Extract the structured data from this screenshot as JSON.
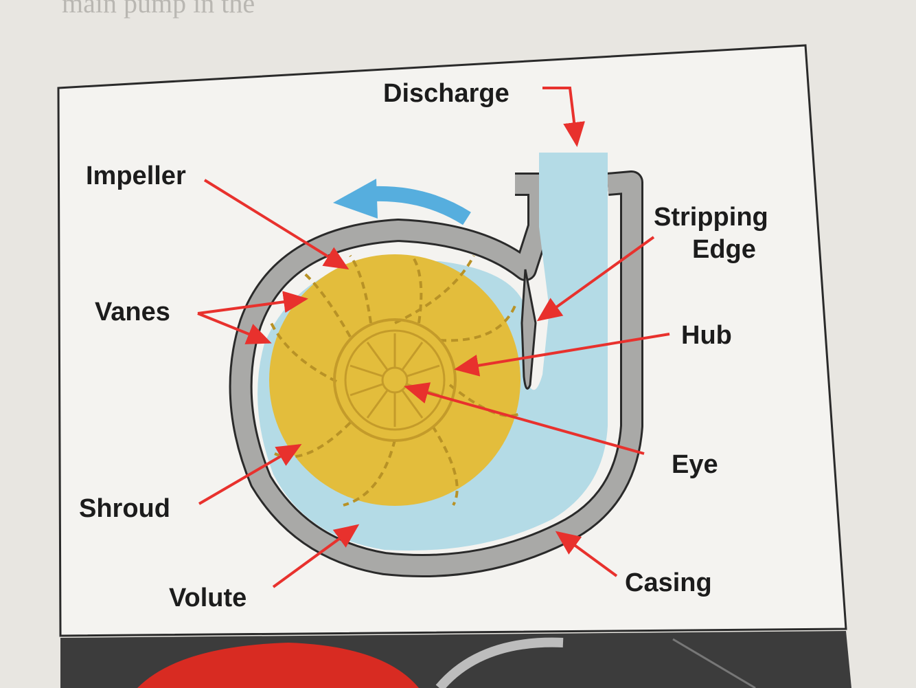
{
  "page_header": "main pump in the",
  "diagram": {
    "labels": {
      "discharge": "Discharge",
      "impeller": "Impeller",
      "stripping_line1": "Stripping",
      "stripping_line2": "Edge",
      "vanes": "Vanes",
      "hub": "Hub",
      "eye": "Eye",
      "shroud": "Shroud",
      "volute": "Volute",
      "casing": "Casing"
    },
    "colors": {
      "impeller": "#e3bd3c",
      "volute": "#b4dbe6",
      "casing": "#a9a9a7",
      "arrow": "#e8312d",
      "rotation": "#56aede"
    }
  }
}
